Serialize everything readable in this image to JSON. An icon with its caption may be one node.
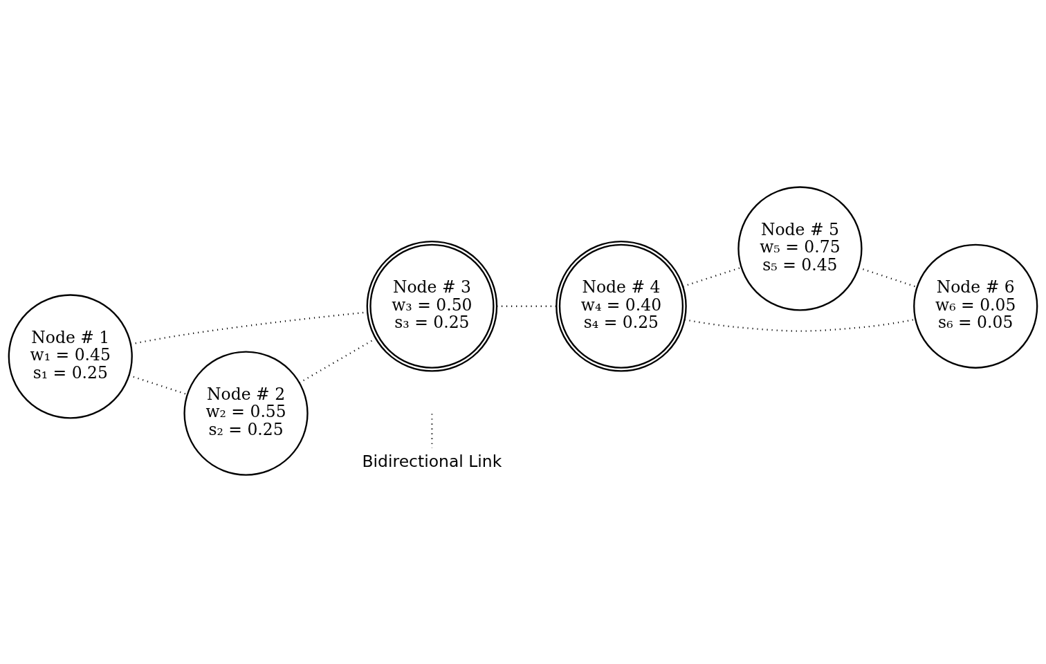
{
  "diagram": {
    "nodes": [
      {
        "text": [
          "Node # 1",
          "w₁ = 0.45",
          "s₁ = 0.25"
        ]
      },
      {
        "text": [
          "Node # 2",
          "w₂ = 0.55",
          "s₂ = 0.25"
        ]
      },
      {
        "text": [
          "Node # 3",
          "w₃ = 0.50",
          "s₃ = 0.25"
        ]
      },
      {
        "text": [
          "Node # 4",
          "w₄ = 0.40",
          "s₄ = 0.25"
        ]
      },
      {
        "text": [
          "Node # 5",
          "w₅ = 0.75",
          "s₅ = 0.45"
        ]
      },
      {
        "text": [
          "Node # 6",
          "w₆ = 0.05",
          "s₆ = 0.05"
        ]
      }
    ],
    "edges": [
      {
        "from": 0,
        "to": 2,
        "arrow": "none",
        "style": "dashed"
      },
      {
        "from": 0,
        "to": 1,
        "arrow": "none",
        "style": "dashed"
      },
      {
        "from": 1,
        "to": 2,
        "arrow": "none",
        "style": "dashed"
      },
      {
        "from": 2,
        "to": 3,
        "arrow": "none",
        "style": "dashed"
      },
      {
        "from": 3,
        "to": 4,
        "arrow": "none",
        "style": "dashed"
      },
      {
        "from": 3,
        "to": 5,
        "arrow": "none",
        "style": "dashed"
      },
      {
        "from": 4,
        "to": 5,
        "arrow": "none",
        "style": "dashed"
      }
    ],
    "legend": [
      {
        "text": "Bidirectional Link"
      }
    ]
  }
}
